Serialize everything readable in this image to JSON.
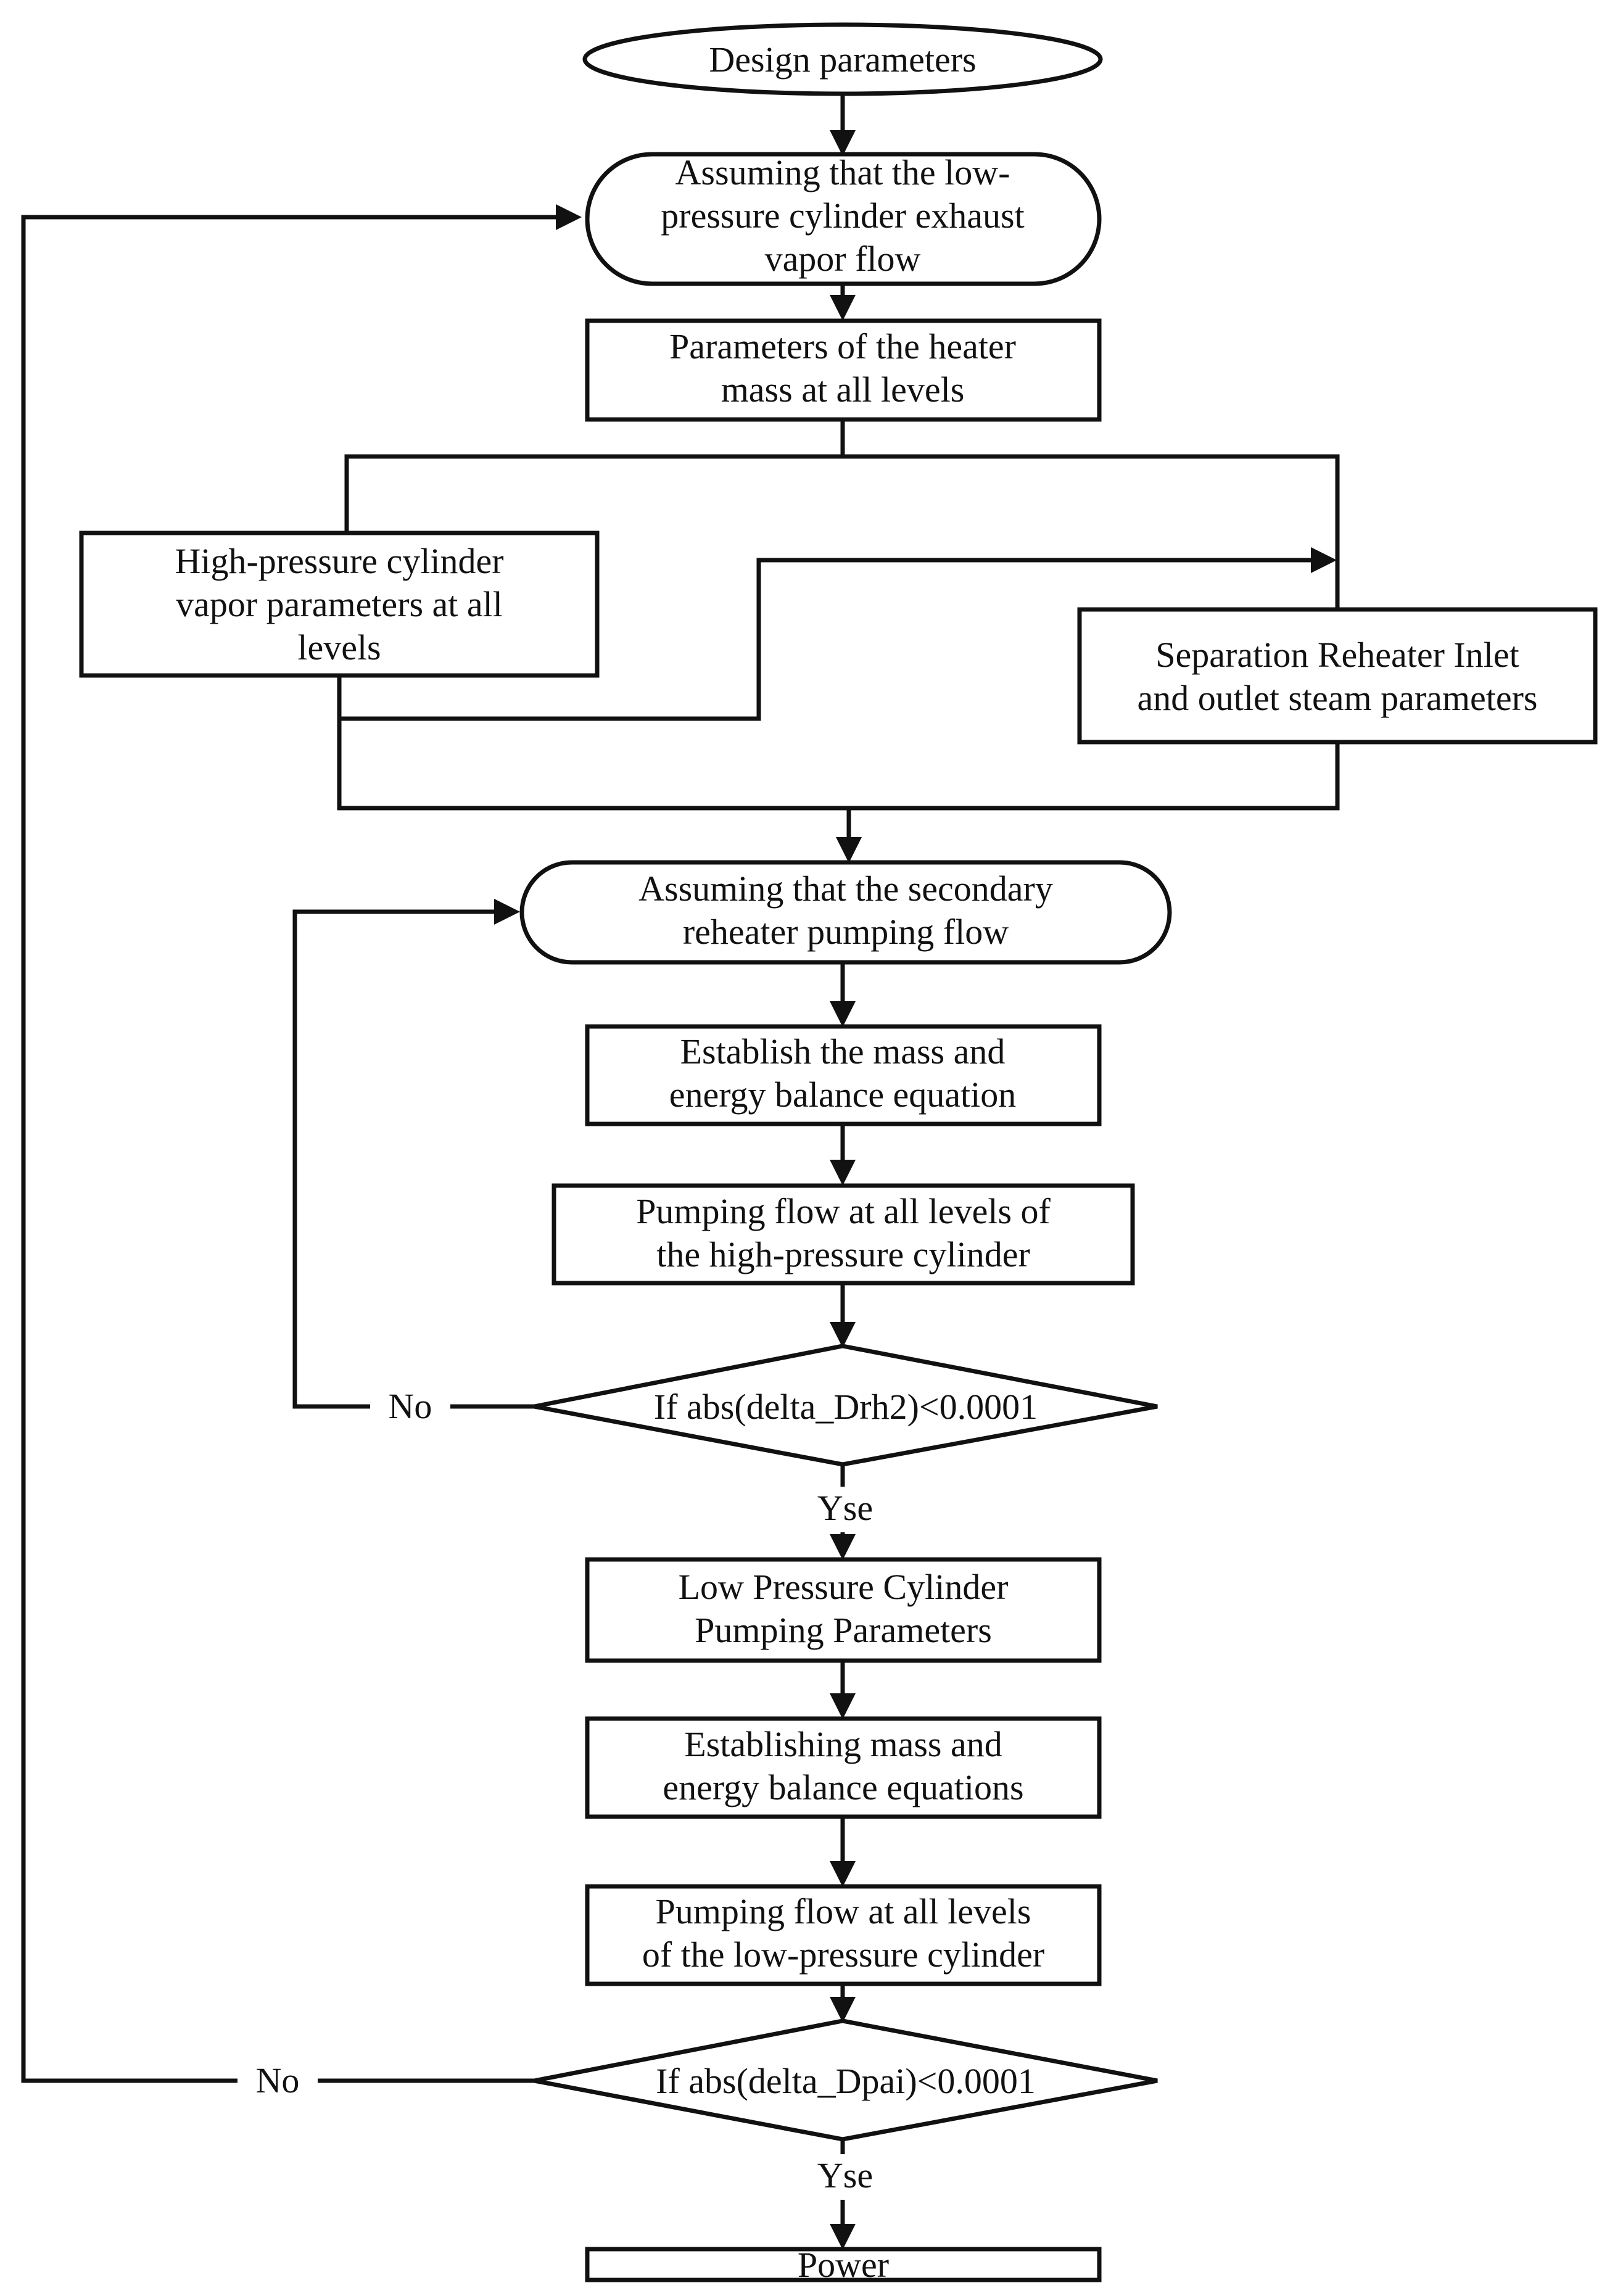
{
  "nodes": {
    "design_parameters": {
      "lines": [
        "Design parameters"
      ]
    },
    "assume_lp_exhaust": {
      "lines": [
        "Assuming that the low-",
        "pressure cylinder exhaust",
        "vapor flow"
      ]
    },
    "heater_mass_params": {
      "lines": [
        "Parameters of the heater",
        "mass at all levels"
      ]
    },
    "hp_vapor_params": {
      "lines": [
        "High-pressure cylinder",
        "vapor parameters at all",
        "levels"
      ]
    },
    "separation_reheater": {
      "lines": [
        "Separation Reheater Inlet",
        "and outlet steam parameters"
      ]
    },
    "assume_reheater_pumping": {
      "lines": [
        "Assuming that the secondary",
        "reheater pumping flow"
      ]
    },
    "establish_balance_1": {
      "lines": [
        "Establish the mass and",
        "energy balance equation"
      ]
    },
    "hp_pumping_flow": {
      "lines": [
        "Pumping flow at all levels of",
        "the high-pressure cylinder"
      ]
    },
    "decision_drh2": {
      "lines": [
        "If abs(delta_Drh2)<0.0001"
      ]
    },
    "lp_pumping_params": {
      "lines": [
        "Low Pressure Cylinder",
        "Pumping Parameters"
      ]
    },
    "establish_balance_2": {
      "lines": [
        "Establishing mass and",
        "energy balance equations"
      ]
    },
    "lp_pumping_flow": {
      "lines": [
        "Pumping flow at all levels",
        "of the low-pressure cylinder"
      ]
    },
    "decision_dpai": {
      "lines": [
        "If abs(delta_Dpai)<0.0001"
      ]
    },
    "power": {
      "lines": [
        "Power"
      ]
    }
  },
  "edge_labels": {
    "drh2_no": "No",
    "drh2_yes": "Yse",
    "dpai_no": "No",
    "dpai_yes": "Yse"
  },
  "colors": {
    "stroke": "#111111",
    "fill": "#ffffff",
    "text": "#111111"
  }
}
